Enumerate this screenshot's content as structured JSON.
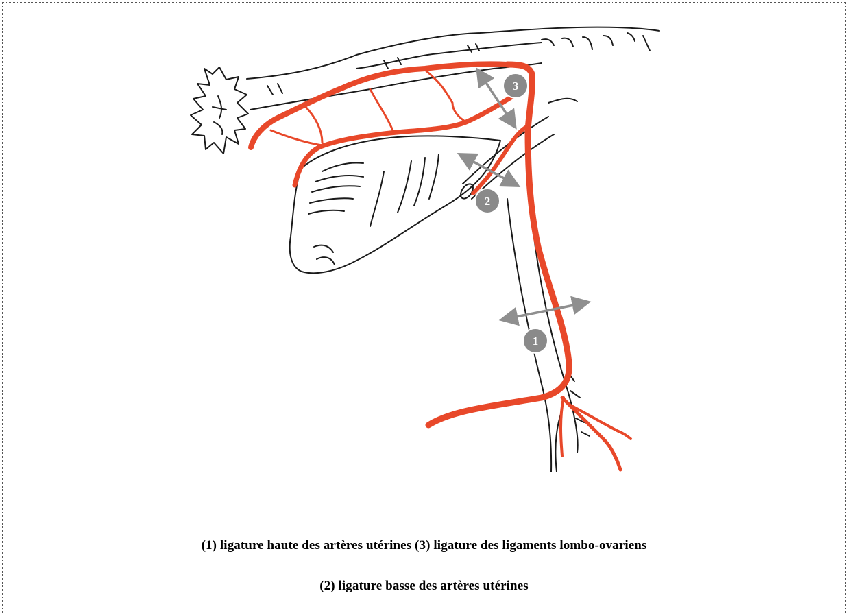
{
  "figure": {
    "labels": [
      {
        "id": "1",
        "text": "1"
      },
      {
        "id": "2",
        "text": "2"
      },
      {
        "id": "3",
        "text": "3"
      }
    ],
    "colors": {
      "artery": "#E8482A",
      "outline": "#1a1a1a",
      "arrow": "#8f8f8f",
      "badge": "#8a8a8a"
    }
  },
  "caption": {
    "line1": "(1) ligature haute des artères utérines (3) ligature des ligaments lombo-ovariens",
    "line2": "(2) ligature basse des artères utérines"
  }
}
